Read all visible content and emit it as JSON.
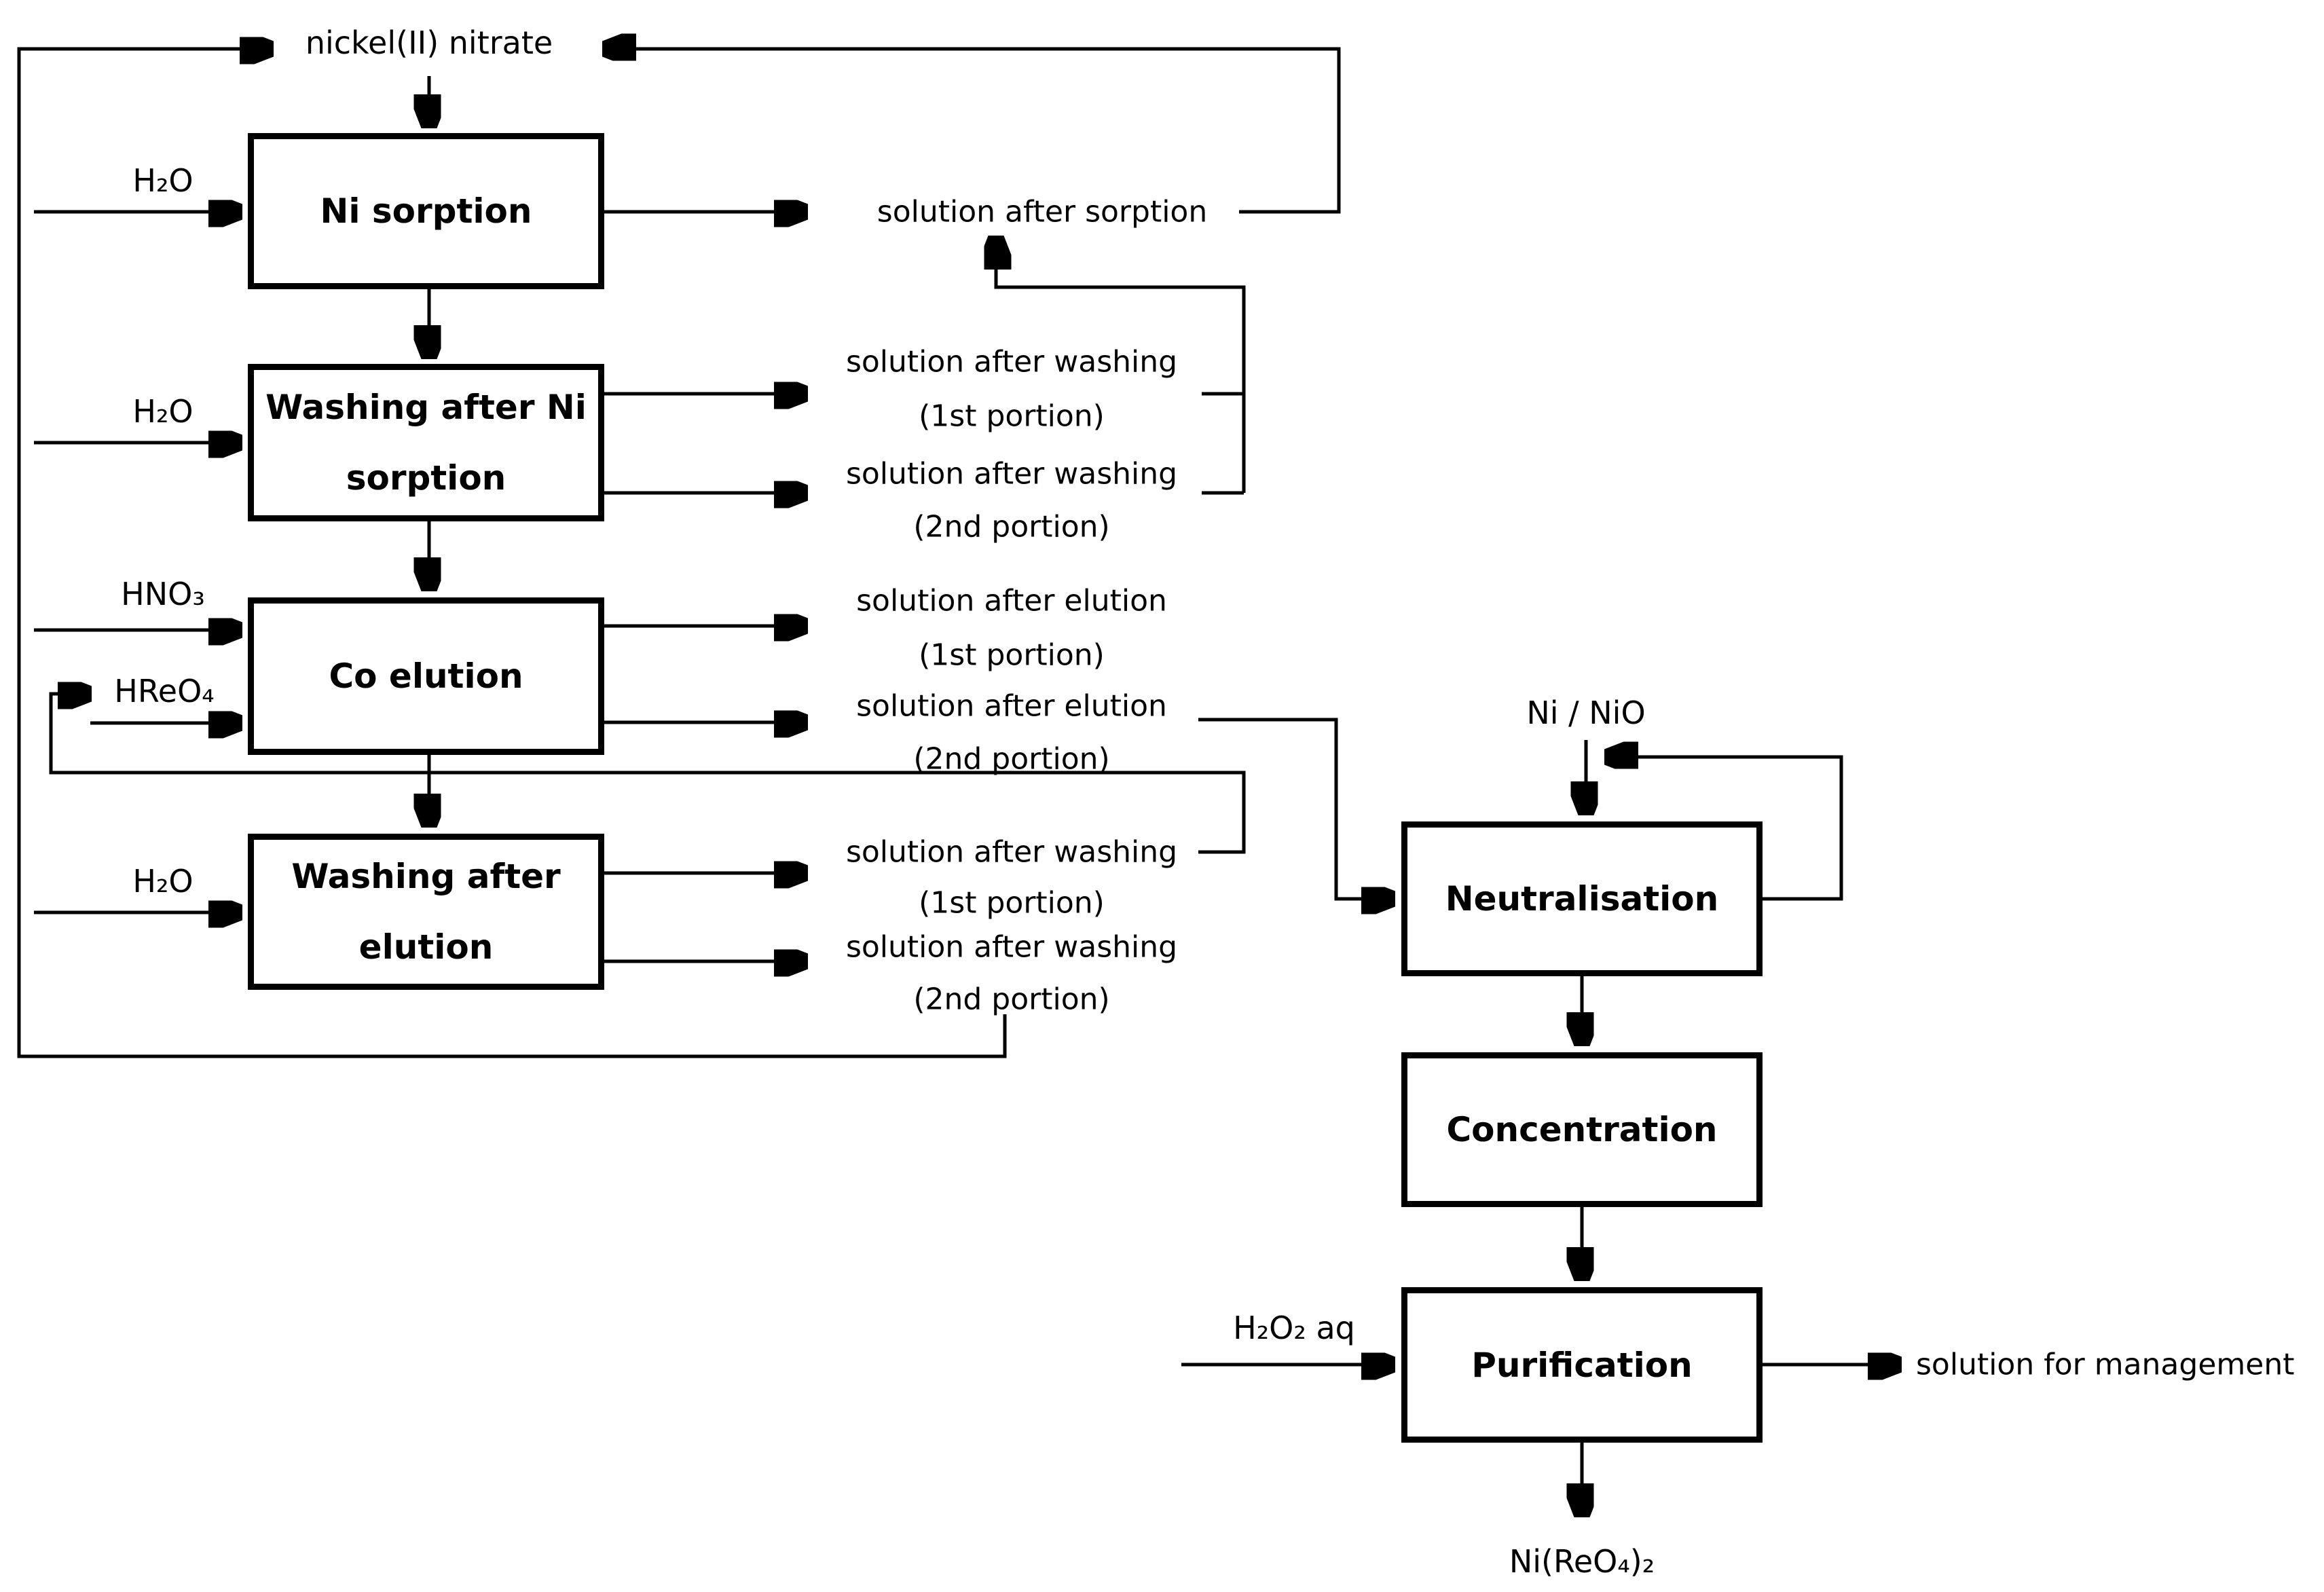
{
  "labels": {
    "nickel_nitrate": "nickel(II) nitrate",
    "h2o": "H₂O",
    "hno3": "HNO₃",
    "hreo4": "HReO₄",
    "ni_nio": "Ni / NiO",
    "h2o2_aq": "H₂O₂ aq"
  },
  "boxes": {
    "ni_sorption": "Ni sorption",
    "washing_after_sorption": "Washing after Ni sorption",
    "co_elution": "Co elution",
    "washing_after_elution": "Washing after elution",
    "neutralisation": "Neutralisation",
    "concentration": "Concentration",
    "purification": "Purification"
  },
  "streams": {
    "after_sorption": "solution after sorption",
    "after_washing": "solution after washing",
    "after_elution": "solution after elution",
    "portion_1": "(1st portion)",
    "portion_2": "(2nd portion)",
    "management": "solution for management",
    "product": "Ni(ReO₄)₂"
  },
  "colors": {
    "line": "#000000",
    "background": "#ffffff",
    "text": "#000000"
  }
}
